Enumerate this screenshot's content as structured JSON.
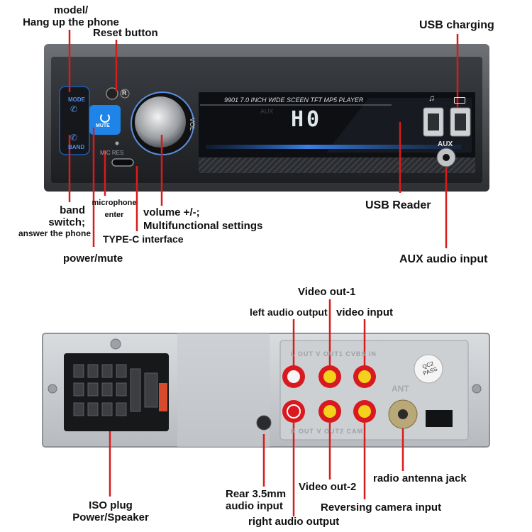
{
  "front_labels": {
    "model": "model/",
    "hang_up": "Hang up the phone",
    "reset": "Reset button",
    "usb_charging": "USB charging",
    "band": "band",
    "band_switch": "switch;",
    "answer": "answer the phone",
    "microphone": "microphone",
    "enter": "enter",
    "volume": "volume +/-;",
    "multi": "Multifunctional settings",
    "typec": "TYPE-C interface",
    "power": "power/mute",
    "usb_reader": "USB Reader",
    "aux_input": "AUX audio input"
  },
  "front_panel": {
    "header": "9901 7.0 INCH WIDE SCEEN TFT MP5 PLAYER",
    "display": "H0",
    "mode": "MODE",
    "band": "BAND",
    "mute": "MUTE",
    "mic_res": "MIC RES",
    "vol": "VOL",
    "aux": "AUX",
    "aux_small": "AUX",
    "music_icon": "music-note-icon",
    "battery_icon": "battery-icon",
    "ring": "R"
  },
  "back_labels": {
    "video_out1": "Video out-1",
    "left_audio": "left audio output",
    "video_input": "video input",
    "radio_antenna": "radio antenna jack",
    "video_out2": "Video out-2",
    "rear_35": "Rear 3.5mm",
    "audio_input": "audio input",
    "reversing": "Reversing camera input",
    "iso_plug": "ISO plug",
    "power_speaker": "Power/Speaker",
    "right_audio": "right audio output"
  },
  "back_panel": {
    "qc_pass": "QC2 PASS",
    "ant": "ANT",
    "top_emboss": "L OUT V OUT1 CVBS IN",
    "bottom_emboss": "R OUT V OUT2 CAM"
  },
  "colors": {
    "pointer": "#d81c1c",
    "mute_button": "#1f84e8",
    "display_text": "#dfe6ec",
    "chassis": "#c9ccd0"
  }
}
